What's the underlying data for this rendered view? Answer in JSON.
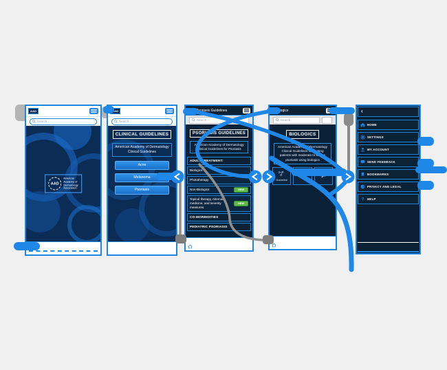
{
  "colors": {
    "accent": "#1e87e8",
    "navy": "#0a2c55",
    "badge_green": "#5fb946",
    "canvas_bg": "#f0f0f1"
  },
  "screens": {
    "splash": {
      "header_logo": "AAD",
      "search_placeholder": "Search",
      "logo_abbr": "AAD",
      "org_line_0": "American",
      "org_line_1": "Academy of",
      "org_line_2": "Dermatology",
      "org_line_3": "Association"
    },
    "clinical": {
      "header_logo": "AAD",
      "search_placeholder": "Search",
      "title": "CLINICAL GUIDELINES",
      "subtitle": "American Academy of Dermatology Clinical Guidelines",
      "buttons": [
        {
          "label": "Acne"
        },
        {
          "label": "Melanoma"
        },
        {
          "label": "Psoriasis"
        }
      ]
    },
    "psoriasis": {
      "header_title": "Psoriasis Guidelines",
      "search_placeholder": "Search",
      "title": "PSORIASIS GUIDELINES",
      "subtitle": "American Academy of Dermatology Clinical Guidelines for Psoriasis",
      "rows": [
        {
          "label": "ADULT TREATMENT:",
          "type": "section"
        },
        {
          "label": "Biologics",
          "type": "item"
        },
        {
          "label": "Phototherapy",
          "type": "item"
        },
        {
          "label": "Non-Biologics",
          "type": "item",
          "badge": "NEW"
        },
        {
          "label": "Topical therapy, Alternate medicine, and severity measures.",
          "type": "item",
          "badge": "NEW"
        },
        {
          "label": "CO-MORBIDITIES",
          "type": "section"
        },
        {
          "label": "PEDIATRIC PSORIASIS",
          "type": "section"
        }
      ]
    },
    "biologics": {
      "header_title": "Biologics",
      "header_back": "‹",
      "search_placeholder": "Search",
      "title": "BIOLOGICS",
      "subtitle": "American Academy of Dermatology Clinical Guidelines for treating patients with moderate to severe psoriasis using biologics",
      "tiles": [
        {
          "label": "Guideline",
          "icon": "flowchart-icon"
        },
        {
          "label": "",
          "icon": "edit-icon"
        },
        {
          "label": "",
          "icon": "feedback-icon"
        }
      ]
    },
    "menu": {
      "back_glyph": "‹",
      "items": [
        {
          "label": "HOME",
          "icon": "home-icon"
        },
        {
          "label": "SETTINGS",
          "icon": "gear-icon"
        },
        {
          "label": "MY ACCOUNT",
          "icon": "user-icon"
        },
        {
          "label": "SEND FEEDBACK",
          "icon": "feedback-icon"
        },
        {
          "label": "BOOKMARKS",
          "icon": "bookmark-icon"
        },
        {
          "label": "PRIVACY AND LEGAL",
          "icon": "shield-icon"
        },
        {
          "label": "HELP",
          "icon": "question-icon"
        }
      ]
    }
  }
}
